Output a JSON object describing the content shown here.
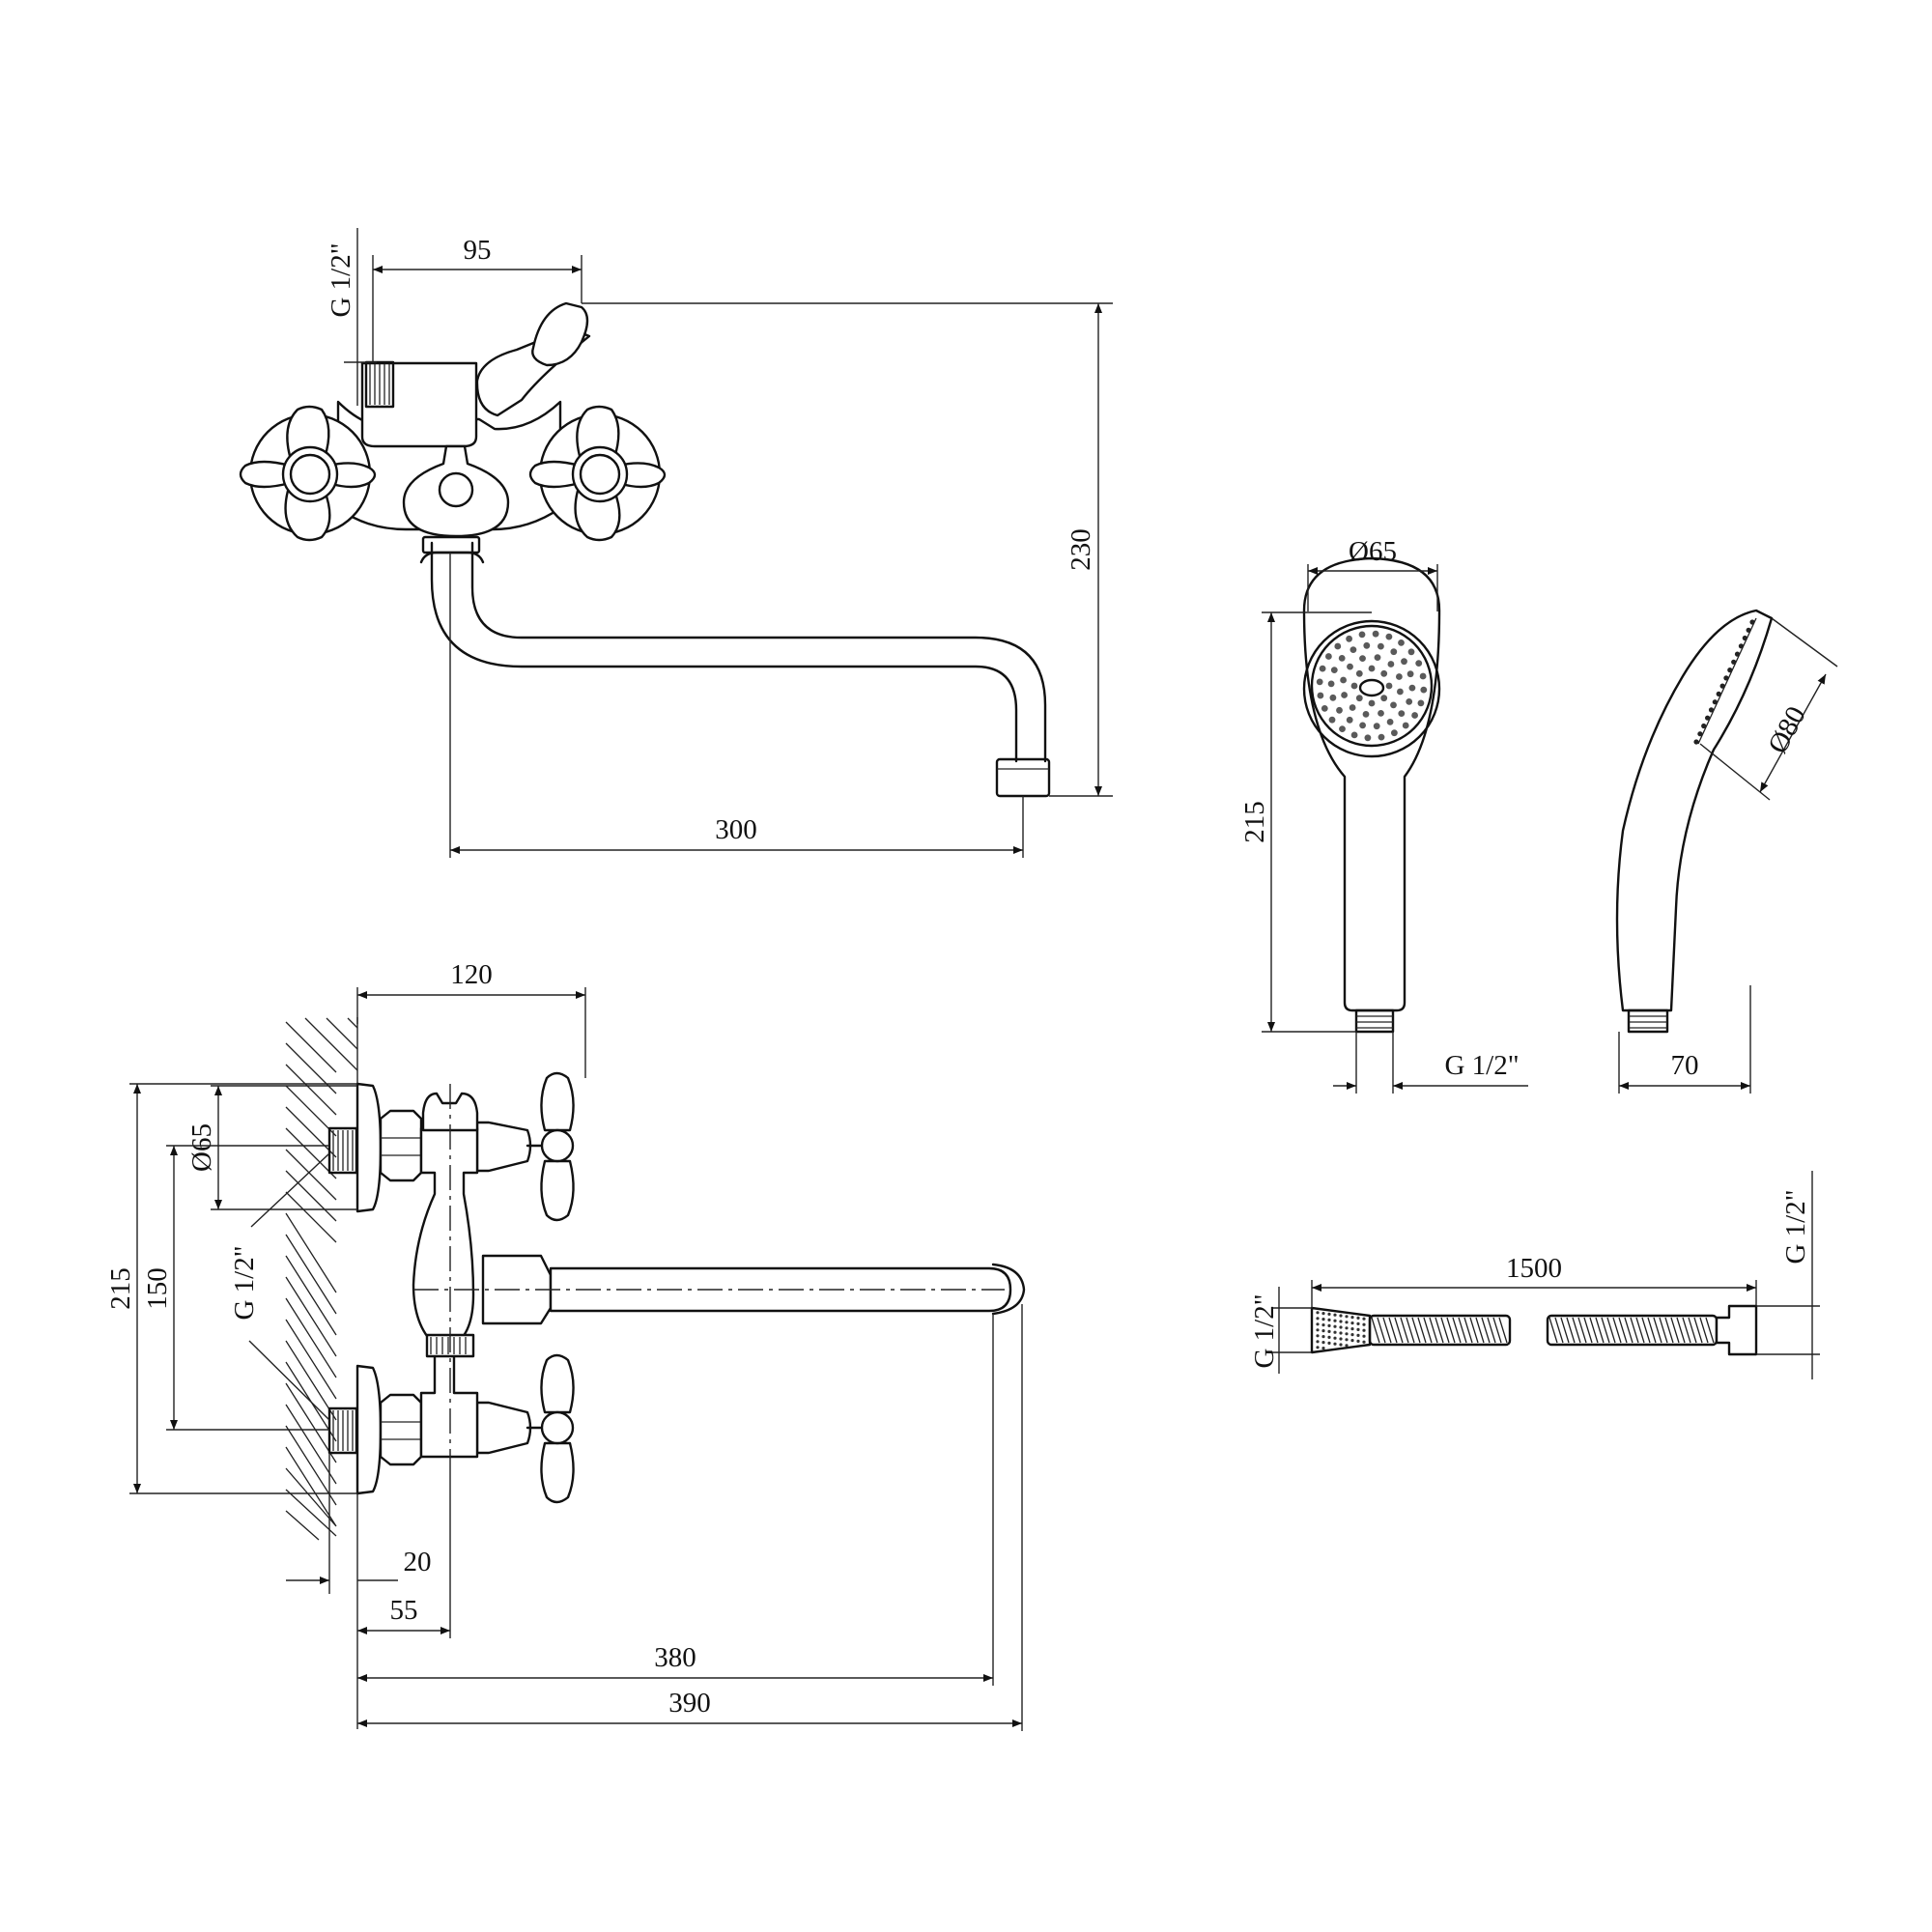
{
  "colors": {
    "line": "#111111",
    "background": "#ffffff",
    "spray_dot": "#5a5a5a"
  },
  "front_view": {
    "dim_wall_to_lever": "95",
    "thread_top": "G 1/2\"",
    "dim_height": "230",
    "dim_spout_length": "300"
  },
  "top_view": {
    "dim_width": "120",
    "dim_flange_diameter": "Ø65",
    "thread_label": "G 1/2\"",
    "dim_total_height": "215",
    "dim_inlet_spacing": "150",
    "dim_thread_depth": "20",
    "dim_body_offset": "55",
    "dim_spout_reach": "380",
    "dim_total_reach": "390"
  },
  "hand_shower": {
    "dim_head_diameter": "Ø65",
    "dim_length": "215",
    "dim_side_diameter": "Ø80",
    "thread_label": "G 1/2\"",
    "dim_depth": "70"
  },
  "hose": {
    "dim_length": "1500",
    "thread_left": "G 1/2\"",
    "thread_right": "G 1/2\""
  }
}
